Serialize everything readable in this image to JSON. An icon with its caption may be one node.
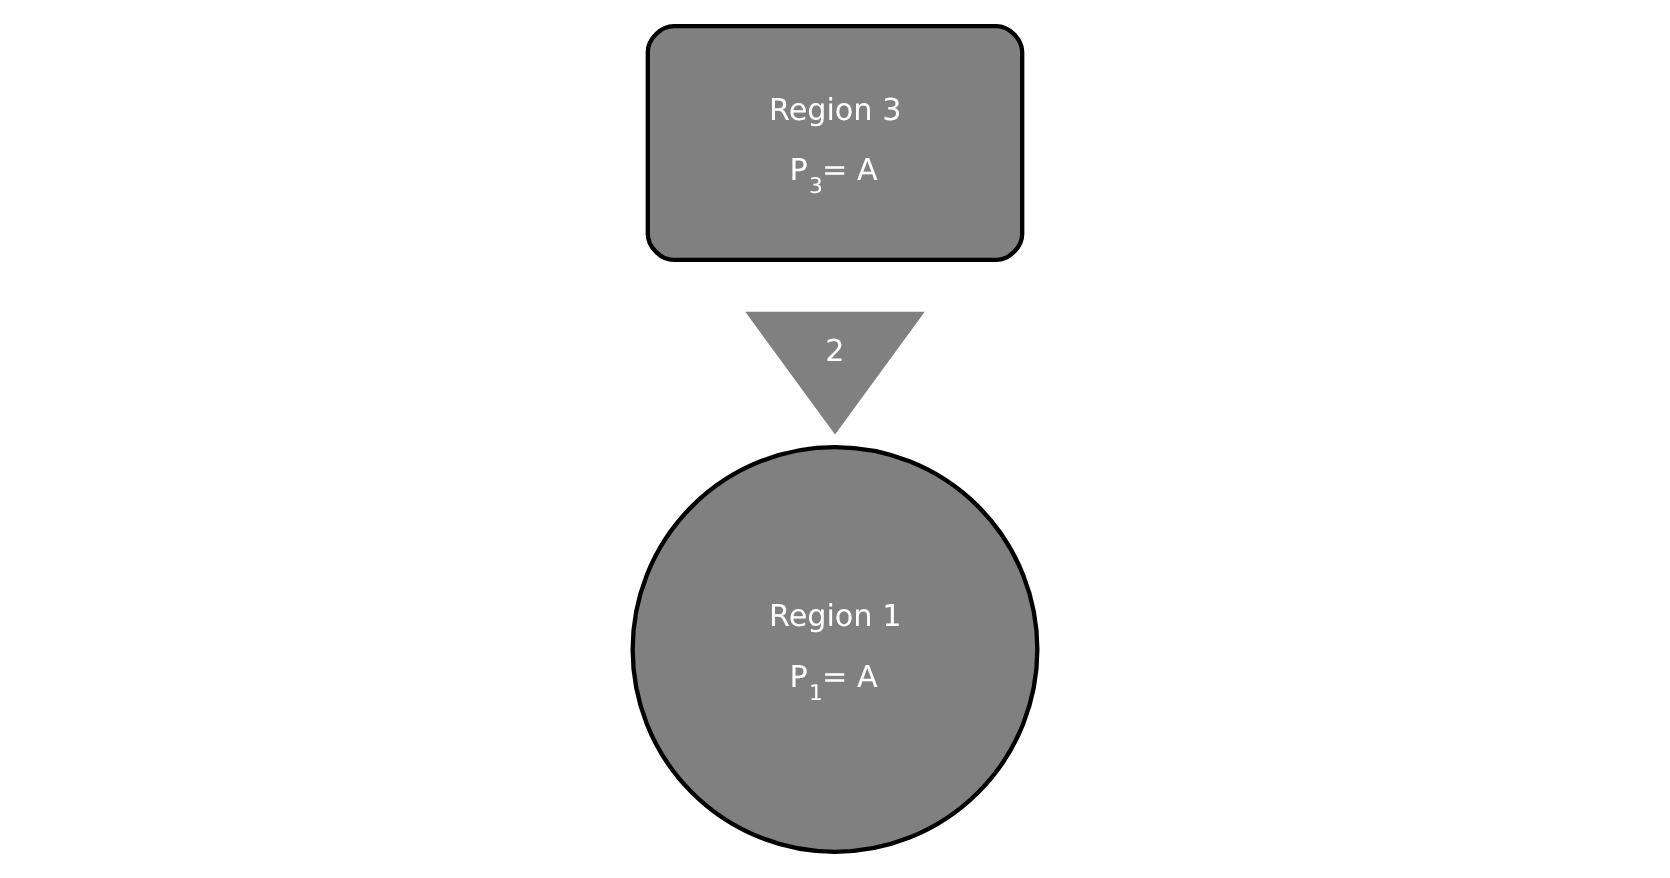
{
  "diagram": {
    "nodes": [
      {
        "text": [
          "Region 1",
          "P$_{1}$= A"
        ]
      },
      {
        "text": [
          "2"
        ]
      },
      {
        "text": [
          "Region 3",
          "P$_{3}$= A"
        ]
      }
    ]
  }
}
